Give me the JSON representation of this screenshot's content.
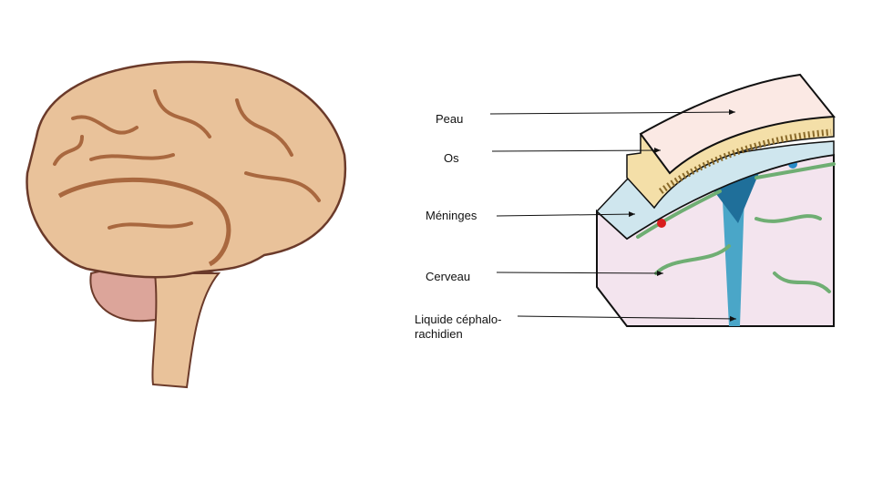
{
  "labels": {
    "skin": "Peau",
    "bone": "Os",
    "meninges": "Méninges",
    "brain": "Cerveau",
    "csf_line1": "Liquide céphalo-",
    "csf_line2": "rachidien"
  },
  "colors": {
    "brain": "#e9c29a",
    "skin": "#fbe9e4",
    "bone": "#f4dfa8",
    "meninges": "#cfe6ee",
    "csf": "#4aa6c8",
    "tissue": "#f3e4ee"
  }
}
